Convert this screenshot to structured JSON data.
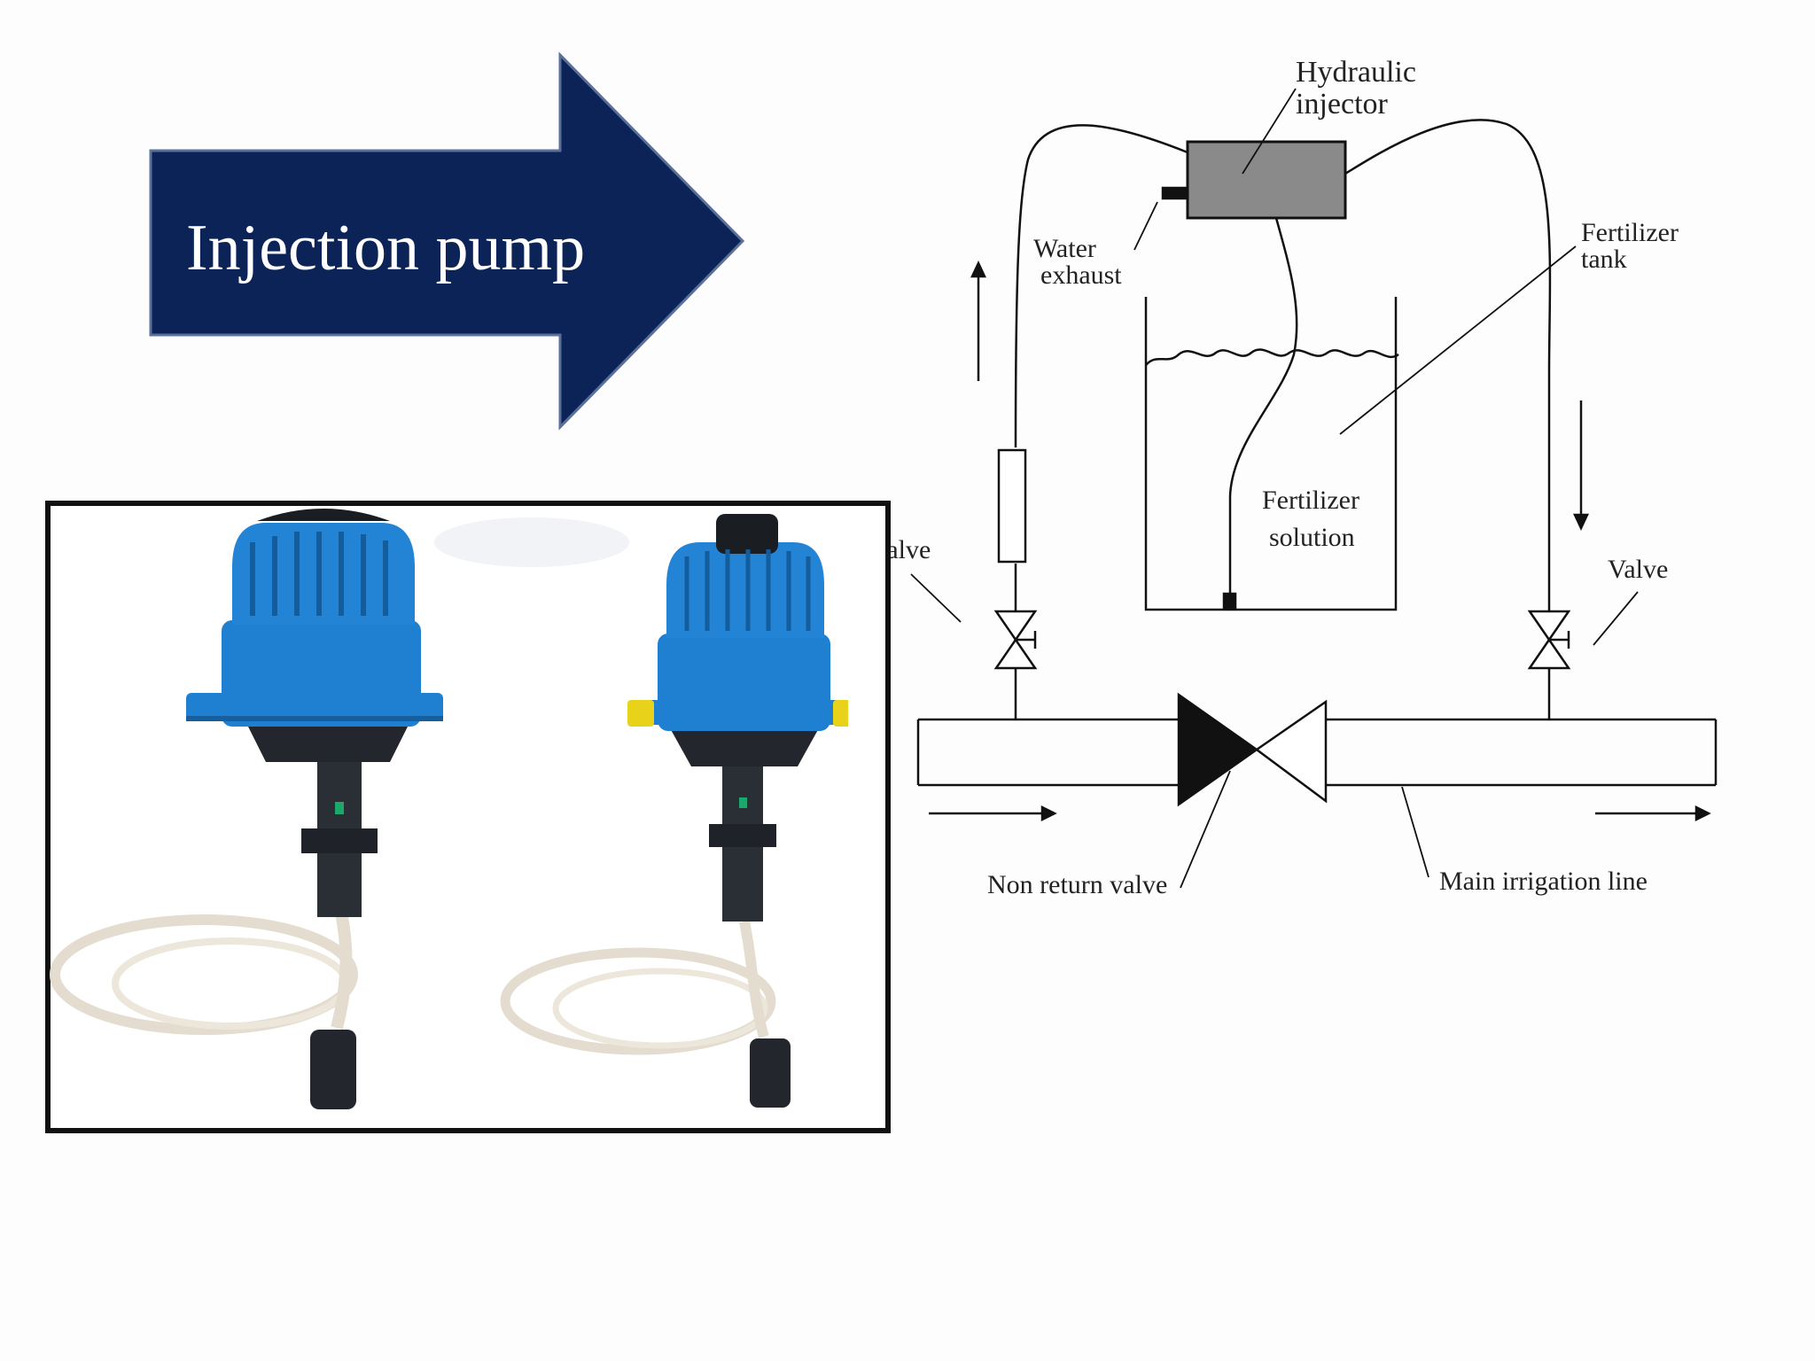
{
  "slide": {
    "title": "Injection pump",
    "arrow_color": "#0b2356"
  },
  "photo": {
    "caption": "",
    "items": [
      {
        "name": "pump-left"
      },
      {
        "name": "pump-right"
      }
    ],
    "colors": {
      "body": "#1f7fd0",
      "dark": "#1a1d22",
      "tube": "#e9e2d6",
      "cap_yellow": "#e8d21a"
    }
  },
  "diagram": {
    "labels": {
      "hydraulic_line1": "Hydraulic",
      "hydraulic_line2": "injector",
      "water_line1": "Water",
      "water_line2": "exhaust",
      "tank_line1": "Fertilizer",
      "tank_line2": "tank",
      "solution_line1": "Fertilizer",
      "solution_line2": "solution",
      "valve_left": "Valve",
      "valve_right": "Valve",
      "non_return": "Non return valve",
      "main_line": "Main irrigation line"
    }
  }
}
